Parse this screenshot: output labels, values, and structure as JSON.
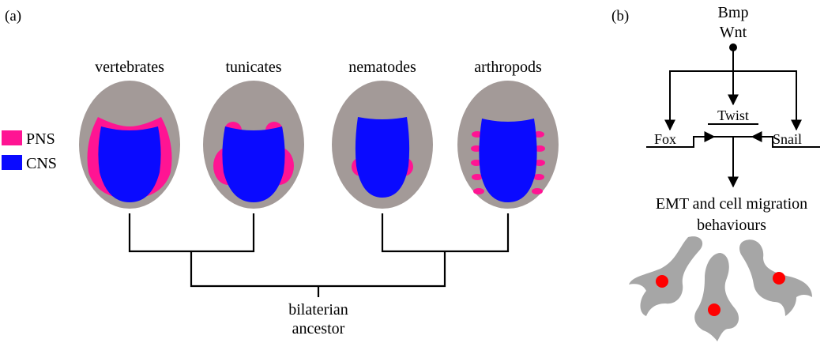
{
  "panel_a": {
    "label": "(a)",
    "legend": [
      {
        "label": "PNS",
        "color": "#ff1493"
      },
      {
        "label": "CNS",
        "color": "#0a0aff"
      }
    ],
    "taxa": [
      "vertebrates",
      "tunicates",
      "nematodes",
      "arthropods"
    ],
    "root_label_line1": "bilaterian",
    "root_label_line2": "ancestor"
  },
  "panel_b": {
    "label": "(b)",
    "signals_line1": "Bmp",
    "signals_line2": "Wnt",
    "genes": {
      "left": "Fox",
      "center": "Twist",
      "right": "Snail"
    },
    "outcome_line1": "EMT and cell migration",
    "outcome_line2": "behaviours"
  },
  "colors": {
    "embryo": "#a39a98",
    "pns": "#ff1493",
    "cns": "#0a0aff",
    "cell": "#a6a6a6",
    "nucleus": "#ff0000"
  }
}
